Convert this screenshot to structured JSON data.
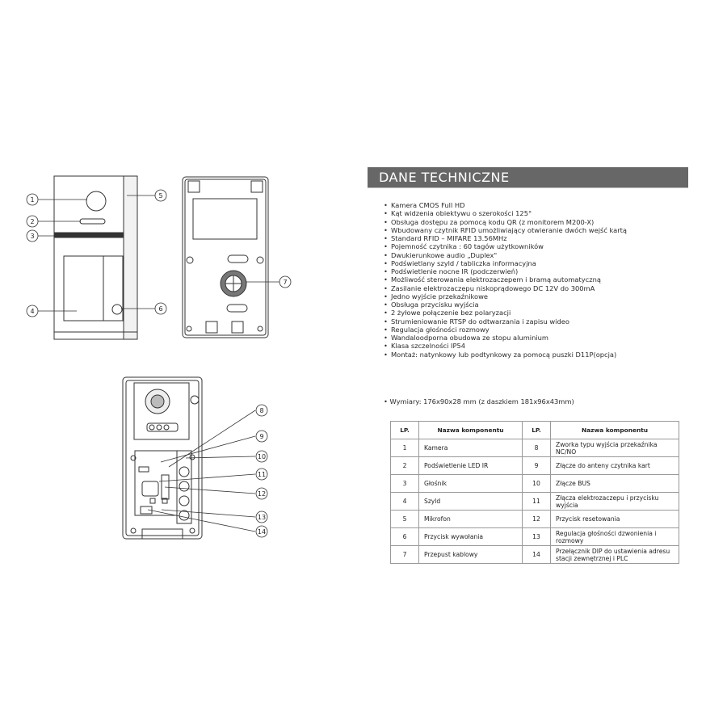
{
  "header": {
    "title": "DANE TECHNICZNE"
  },
  "specs": [
    "Kamera CMOS Full HD",
    "Kąt widzenia obiektywu o szerokości 125°",
    "Obsługa dostępu za pomocą kodu QR (z monitorem M200-X)",
    "Wbudowany czytnik RFID umożliwiający otwieranie dwóch wejść kartą",
    "Standard RFID – MIFARE 13.56MHz",
    "Pojemność czytnika : 60 tagów użytkowników",
    "Dwukierunkowe audio „Duplex\"",
    "Podświetlany szyld / tabliczka informacyjna",
    "Podświetlenie nocne IR (podczerwień)",
    "Możliwość sterowania elektrozaczepem i bramą automatyczną",
    "Zasilanie elektrozaczepu niskoprądowego DC 12V do 300mA",
    "Jedno wyjście przekaźnikowe",
    "Obsługa przycisku wyjścia",
    "2 żyłowe połączenie bez polaryzacji",
    "Strumieniowanie RTSP do odtwarzania i zapisu wideo",
    "Regulacja głośności rozmowy",
    "Wandaloodporna obudowa ze stopu aluminium",
    "Klasa szczelności IP54",
    "Montaż: natynkowy lub podtynkowy za pomocą puszki D11P(opcja)"
  ],
  "dimensions": "Wymiary: 176x90x28 mm (z daszkiem 181x96x43mm)",
  "table": {
    "headers": [
      "LP.",
      "Nazwa komponentu",
      "LP.",
      "Nazwa komponentu"
    ],
    "rows": [
      [
        "1",
        "Kamera",
        "8",
        "Zworka typu wyjścia przekaźnika NC/NO"
      ],
      [
        "2",
        "Podświetlenie LED IR",
        "9",
        "Złącze do anteny czytnika kart"
      ],
      [
        "3",
        "Głośnik",
        "10",
        "Złącze BUS"
      ],
      [
        "4",
        "Szyld",
        "11",
        "Złącza  elektrozaczepu i przycisku wyjścia"
      ],
      [
        "5",
        "Mikrofon",
        "12",
        "Przycisk resetowania"
      ],
      [
        "6",
        "Przycisk wywołania",
        "13",
        "Regulacja głośności dzwonienia i rozmowy"
      ],
      [
        "7",
        "Przepust kablowy",
        "14",
        "Przełącznik DIP do ustawienia adresu stacji zewnętrznej i PLC"
      ]
    ]
  },
  "callouts": [
    "1",
    "2",
    "3",
    "4",
    "5",
    "6",
    "7",
    "8",
    "9",
    "10",
    "11",
    "12",
    "13",
    "14"
  ],
  "icons": [
    "front-panel-drawing",
    "back-panel-drawing",
    "internal-board-drawing"
  ]
}
